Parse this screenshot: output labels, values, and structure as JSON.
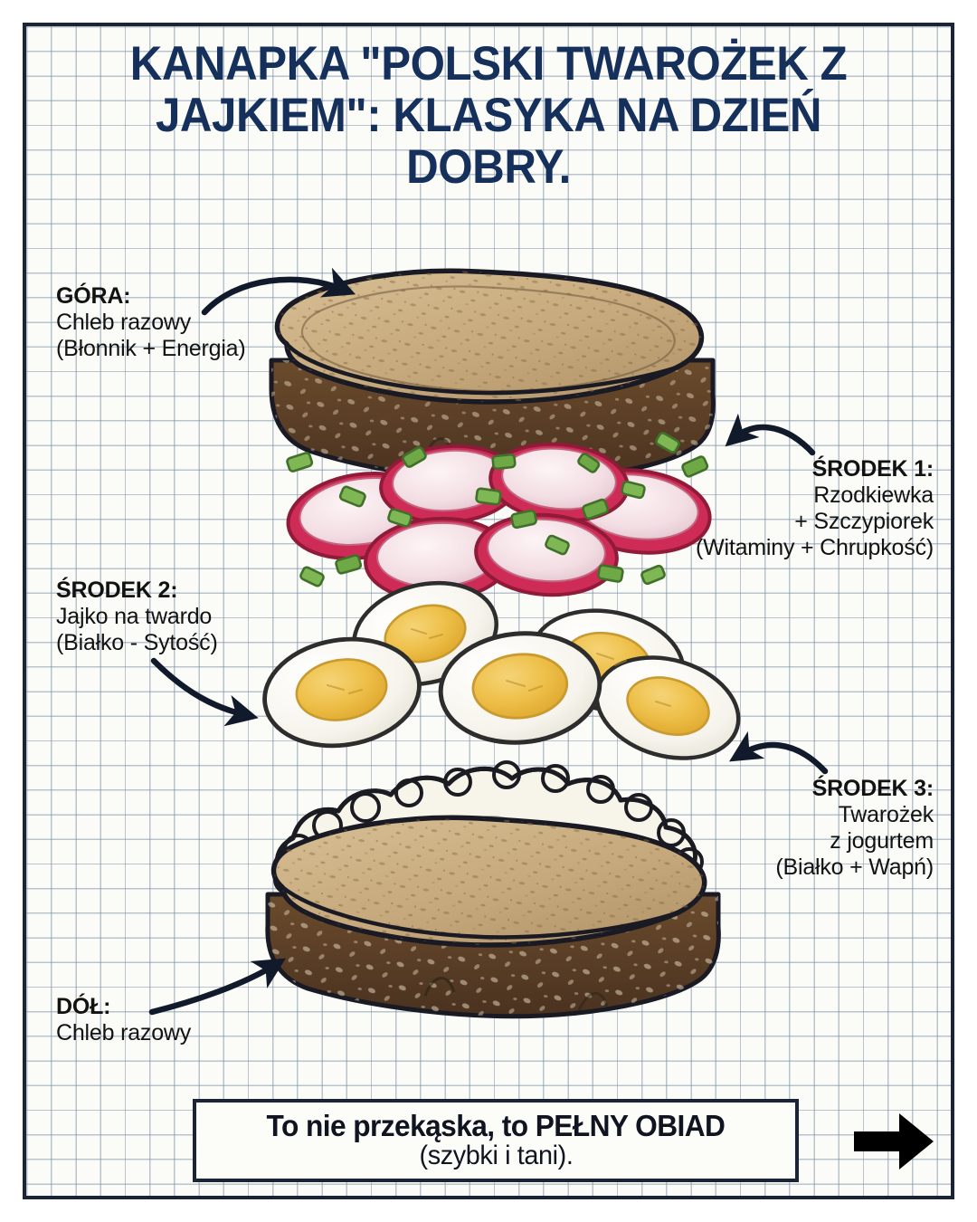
{
  "title": "KANAPKA \"POLSKI TWAROŻEK Z\nJAJKIEM\": KLASYKA NA DZIEŃ DOBRY.",
  "colors": {
    "title": "#16305c",
    "border": "#1b2336",
    "paper": "#fbfbf8",
    "grid_line": "#7a8ca5",
    "text": "#121212",
    "arrow": "#111a2b",
    "crust": "#5c4027",
    "crumb": "#c9ad7e",
    "radish_rim": "#cf2b57",
    "radish_flesh": "#f2dde3",
    "chive": "#6fa846",
    "egg_white": "#f7f6f0",
    "egg_yolk": "#eec04a",
    "curd": "#f6f3e8"
  },
  "labels": {
    "top": {
      "heading": "GÓRA:",
      "lines": [
        "Chleb razowy",
        "(Błonnik + Energia)"
      ],
      "align": "left"
    },
    "mid1": {
      "heading": "ŚRODEK 1:",
      "lines": [
        "Rzodkiewka",
        "+ Szczypiorek",
        "(Witaminy + Chrupkość)"
      ],
      "align": "right"
    },
    "mid2": {
      "heading": "ŚRODEK 2:",
      "lines": [
        "Jajko na twardo",
        "(Białko - Sytość)"
      ],
      "align": "left"
    },
    "mid3": {
      "heading": "ŚRODEK 3:",
      "lines": [
        "Twarożek",
        "z jogurtem",
        "(Białko + Wapń)"
      ],
      "align": "right"
    },
    "bottom": {
      "heading": "DÓŁ:",
      "lines": [
        "Chleb razowy"
      ],
      "align": "left"
    }
  },
  "caption": {
    "line1": "To nie przekąska, to PEŁNY OBIAD",
    "line2": "(szybki i tani)."
  },
  "icons": {
    "forward_arrow": "arrow-right-icon",
    "callout_arrows": [
      "curved-arrow-to-top-bread",
      "curved-arrow-to-radish-layer",
      "curved-arrow-to-egg-layer",
      "curved-arrow-to-curd-layer",
      "curved-arrow-to-bottom-bread"
    ]
  },
  "illustration": {
    "name": "exploded-sandwich-illustration",
    "layers": [
      "top-bread-slice",
      "radish-and-chive-layer",
      "boiled-egg-slices-layer",
      "cottage-cheese-spread",
      "bottom-bread-slice"
    ]
  }
}
